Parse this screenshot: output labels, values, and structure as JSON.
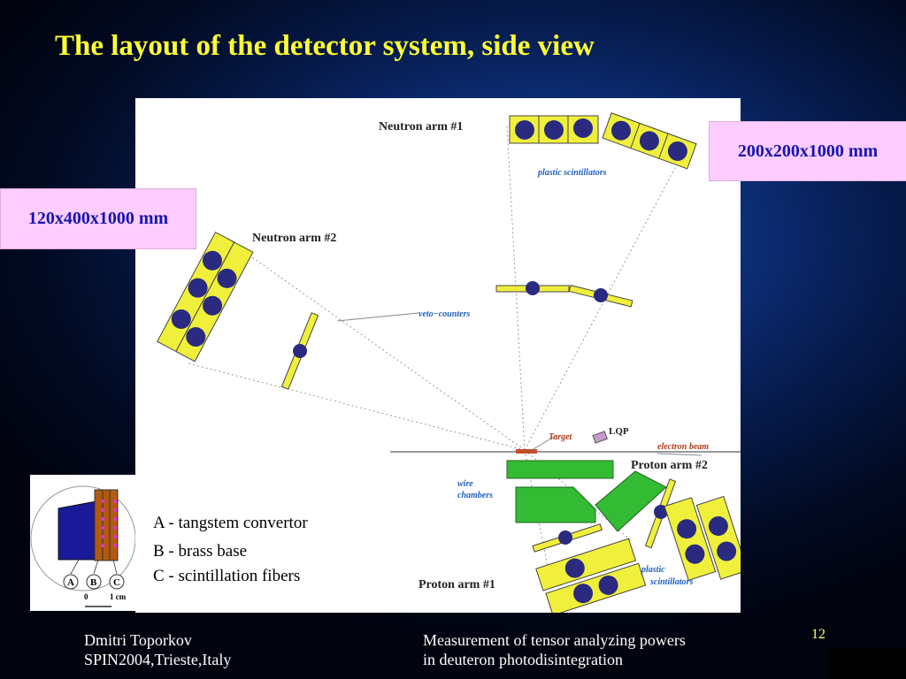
{
  "slide": {
    "title": "The layout of the detector system, side view",
    "page_number": "12"
  },
  "callouts": {
    "left_size": "120x400x1000 mm",
    "right_size": "200x200x1000 mm"
  },
  "diagram": {
    "neutron_arm_1": "Neutron arm #1",
    "neutron_arm_2": "Neutron arm #2",
    "plastic_scintillators_top": "plastic  scintillators",
    "veto_counters": "veto−counters",
    "target": "Target",
    "lqp": "LQP",
    "electron_beam": "electron beam",
    "proton_arm_2": "Proton arm #2",
    "wire_chambers_1": "wire",
    "wire_chambers_2": "chambers",
    "plastic_bottom_1": "plastic",
    "plastic_bottom_2": "scintillators",
    "proton_arm_1": "Proton arm #1"
  },
  "inset": {
    "label_a": "A",
    "label_b": "B",
    "label_c": "C",
    "scale_zero": "0",
    "scale_one": "1 cm"
  },
  "legend": {
    "a": "A - tangstem convertor",
    "b": "B - brass base",
    "c": "C - scintillation fibers"
  },
  "footer": {
    "author": "Dmitri Toporkov",
    "conference": "SPIN2004,Trieste,Italy",
    "talk_line1": "Measurement of tensor analyzing powers",
    "talk_line2": "in deuteron photodisintegration"
  },
  "colors": {
    "title": "#ffff33",
    "callout_bg": "#ffccff",
    "callout_text": "#1515b0",
    "scintillator": "#f0f03c",
    "circle": "#2a2a80",
    "wire_chamber": "#33bb33",
    "label_blue": "#2060c0"
  }
}
